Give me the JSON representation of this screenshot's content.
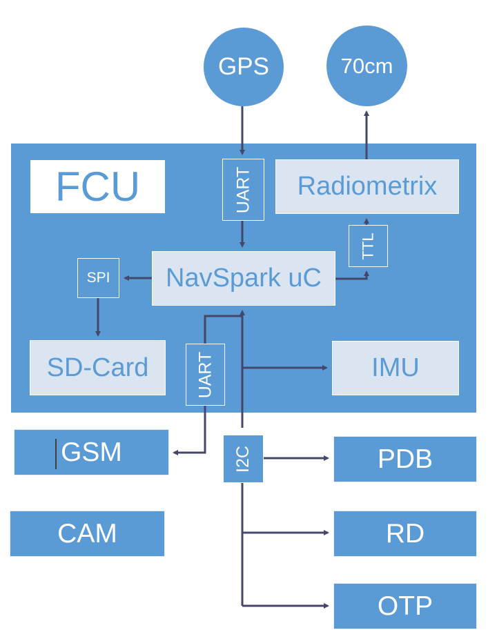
{
  "nodes": {
    "gps": "GPS",
    "radio_70cm": "70cm",
    "fcu": "FCU",
    "radiometrix": "Radiometrix",
    "uart_top": "UART",
    "ttl": "TTL",
    "navspark": "NavSpark uC",
    "spi": "SPI",
    "sdcard": "SD-Card",
    "uart_bottom": "UART",
    "imu": "IMU",
    "gsm": "GSM",
    "i2c": "I2C",
    "pdb": "PDB",
    "cam": "CAM",
    "rd": "RD",
    "otp": "OTP"
  },
  "colors": {
    "primary": "#5b9bd5",
    "light_box": "#dbe4f1",
    "arrow": "#44476a"
  }
}
